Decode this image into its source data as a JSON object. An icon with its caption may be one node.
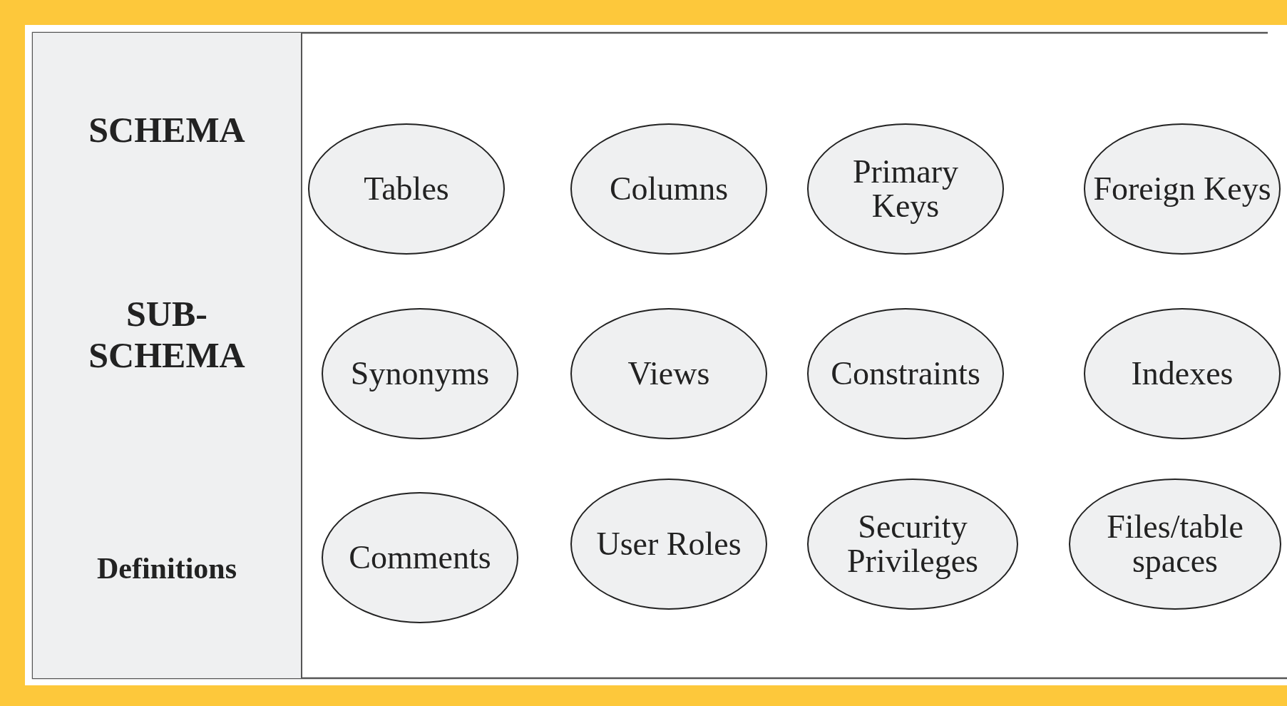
{
  "diagram": {
    "nodes": [
      {
        "text": [
          "SCHEMA",
          "SUB-SCHEMA",
          "Definitions"
        ]
      },
      {
        "text": [
          "Tables"
        ]
      },
      {
        "text": [
          "Columns"
        ]
      },
      {
        "text": [
          "Primary Keys"
        ]
      },
      {
        "text": [
          "Foreign Keys"
        ]
      },
      {
        "text": [
          "Synonyms"
        ]
      },
      {
        "text": [
          "Views"
        ]
      },
      {
        "text": [
          "Constraints"
        ]
      },
      {
        "text": [
          "Indexes"
        ]
      },
      {
        "text": [
          "Comments"
        ]
      },
      {
        "text": [
          "User Roles"
        ]
      },
      {
        "text": [
          "Security Privileges"
        ]
      },
      {
        "text": [
          "Files/table spaces"
        ]
      }
    ],
    "edges": []
  }
}
